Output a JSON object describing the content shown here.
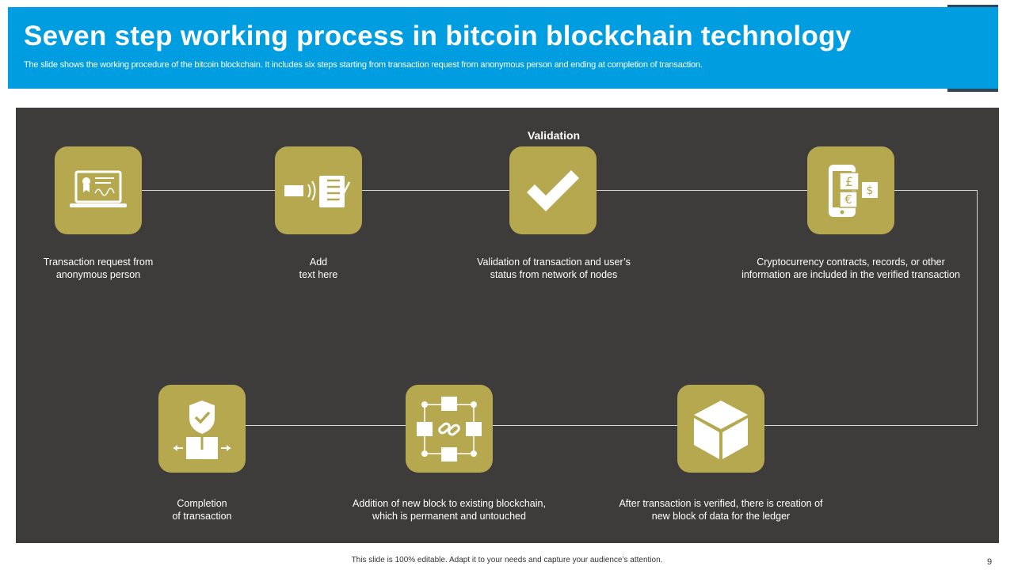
{
  "title": "Seven step working process in bitcoin blockchain technology",
  "subtitle": "The slide shows the working procedure of the bitcoin blockchain. It includes six steps starting from transaction request from anonymous person and ending at completion of transaction.",
  "colors": {
    "header": "#009ee0",
    "panel": "#3d3c3b",
    "icon_tile": "#b5a84f",
    "connector": "#d9d9d9"
  },
  "validation_label": "Validation",
  "steps": [
    {
      "icon": "laptop-certificate-icon",
      "label": "Transaction request from\nanonymous person"
    },
    {
      "icon": "card-payment-icon",
      "label": "Add\ntext here"
    },
    {
      "icon": "checkmark-icon",
      "label": "Validation of transaction and user’s\nstatus from network of nodes"
    },
    {
      "icon": "mobile-currency-icon",
      "label": "Cryptocurrency  contracts, records, or other\ninformation  are included in the verified  transaction"
    },
    {
      "icon": "cube-icon",
      "label": "After transaction is verified,  there is creation of\nnew block of data for the ledger"
    },
    {
      "icon": "blockchain-network-icon",
      "label": "Addition of new block to existing blockchain,\nwhich is permanent  and untouched"
    },
    {
      "icon": "shield-box-icon",
      "label": "Completion\nof transaction"
    }
  ],
  "footer": "This slide is 100% editable. Adapt it to your needs and capture your audience’s attention.",
  "page_number": "9"
}
